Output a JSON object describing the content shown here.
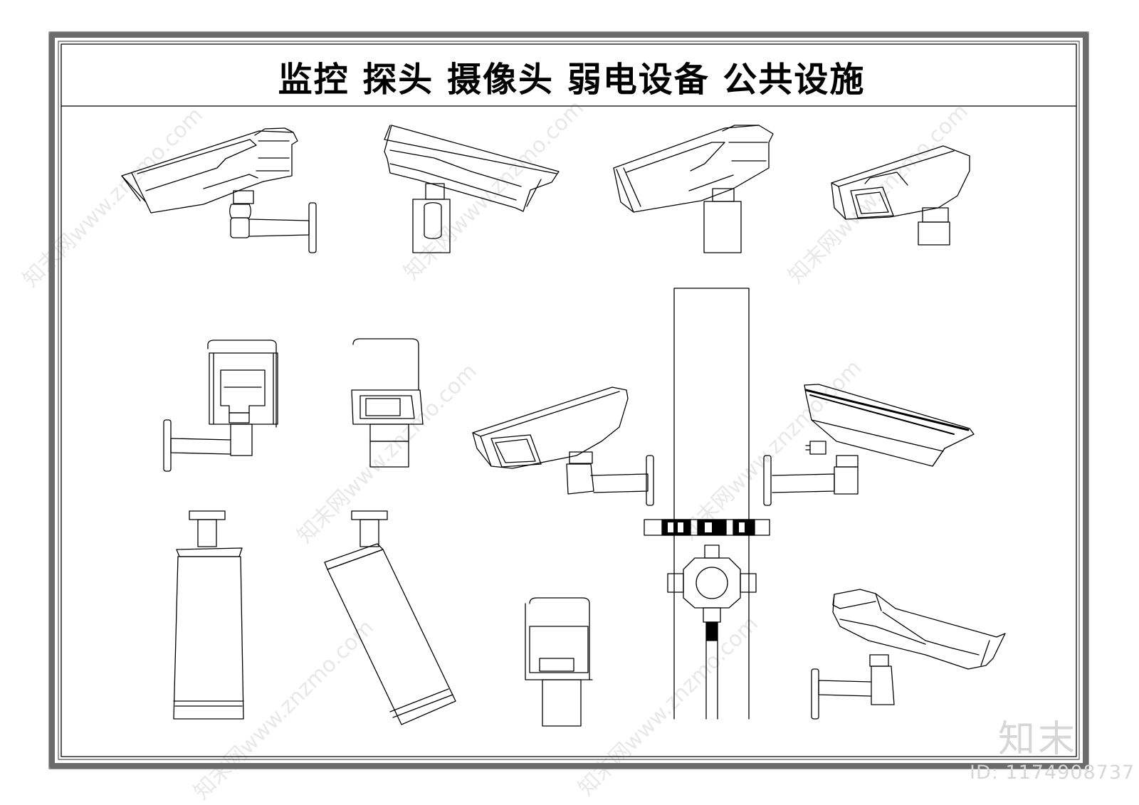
{
  "title": "监控  探头  摄像头  弱电设备  公共设施",
  "watermark": {
    "brand": "知末",
    "id_label": "ID: 1174908737",
    "site": "知末网www.znzmo.com"
  },
  "colors": {
    "line": "#000000",
    "frame_gray": "#6b6b6b",
    "watermark": "#d6d6d6"
  }
}
